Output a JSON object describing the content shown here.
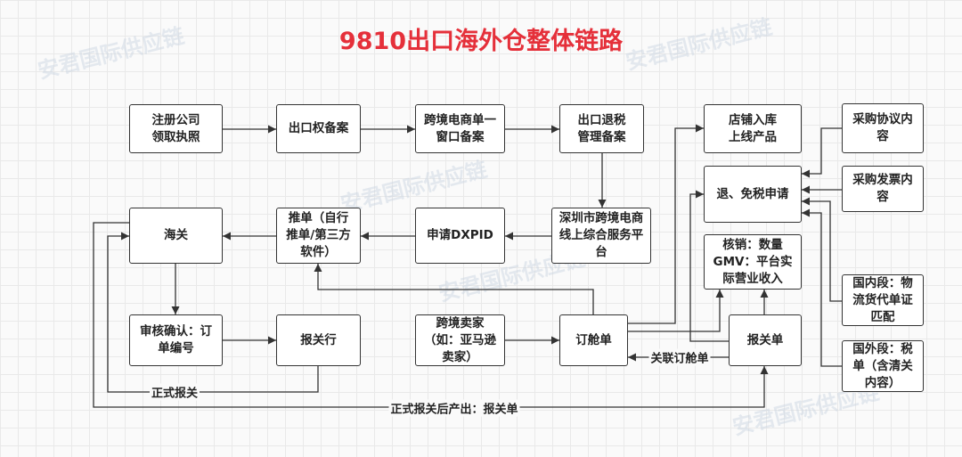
{
  "title": "9810出口海外仓整体链路",
  "watermark": "安君国际供应链",
  "colors": {
    "title": "#e5303a",
    "line": "#333333"
  },
  "nodes": {
    "register": "注册公司\n领取执照",
    "export_right": "出口权备案",
    "single_window": "跨境电商单一\n窗口备案",
    "tax_refund_record": "出口退税\n管理备案",
    "store_listing": "店铺入库\n上线产品",
    "purchase_agreement": "采购协议内\n容",
    "tax_exempt_apply": "退、免税申请",
    "purchase_invoice": "采购发票内\n容",
    "customs": "海关",
    "push_order": "推单（自行\n推单/第三方\n软件）",
    "apply_dxpid": "申请DXPID",
    "sz_platform": "深圳市跨境电商\n线上综合服务平\n台",
    "verification": "核销：数量\nGMV：平台实\n际营业收入",
    "domestic": "国内段：物\n流货代单证\n匹配",
    "overseas": "国外段：税\n单（含清关\n内容）",
    "review": "审核确认：订\n单编号",
    "broker": "报关行",
    "seller": "跨境卖家\n（如：亚马逊\n卖家）",
    "booking": "订舱单",
    "declaration": "报关单"
  },
  "edge_labels": {
    "link_booking": "关联订舱单",
    "formal_declare": "正式报关",
    "after_declare": "正式报关后产出：报关单"
  }
}
